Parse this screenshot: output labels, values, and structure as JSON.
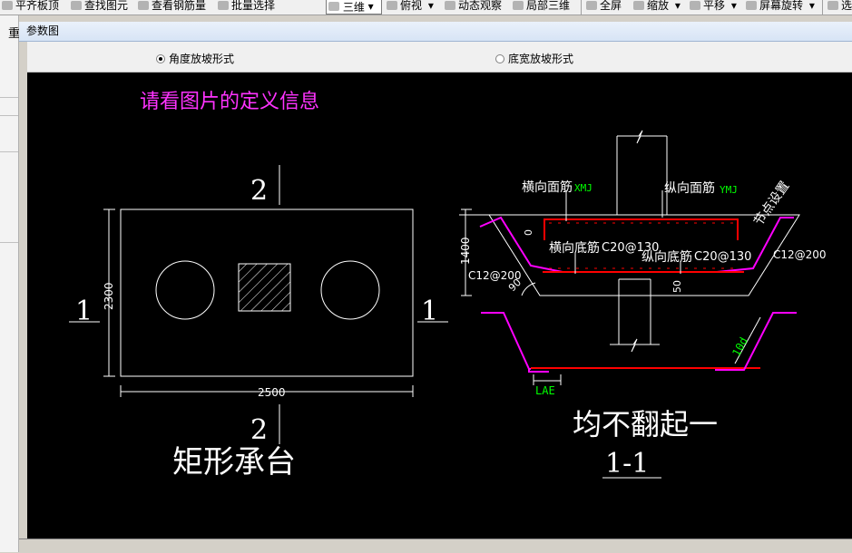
{
  "toolbar": {
    "items": [
      "平齐板顶",
      "查找图元",
      "查看钢筋量",
      "批量选择",
      "三维",
      "俯视",
      "动态观察",
      "局部三维",
      "全屏",
      "缩放",
      "平移",
      "屏幕旋转",
      "选"
    ]
  },
  "sidebar": {
    "label": "重"
  },
  "panel": {
    "title": "参数图"
  },
  "options": {
    "angle_label": "角度放坡形式",
    "width_label": "底宽放坡形式"
  },
  "drawing": {
    "info_text": "请看图片的定义信息",
    "plan": {
      "section2_label": "2",
      "section1_label": "1",
      "width_dim": "2500",
      "height_dim": "2300",
      "caption": "矩形承台"
    },
    "section": {
      "top_trans": "横向面筋",
      "top_trans_code": "XMJ",
      "top_long": "纵向面筋",
      "top_long_code": "YMJ",
      "node_text": "节点设置",
      "bot_trans": "横向底筋",
      "bot_trans_spec": "C20@130",
      "bot_long": "纵向底筋",
      "bot_long_spec": "C20@130",
      "side_left_spec": "C12@200",
      "side_right_spec": "C12@200",
      "height_dim": "1400",
      "zero_dim": "0",
      "angle_dim": "90",
      "fifty_dim": "50",
      "tend_dim": "10d",
      "lae_dim": "LAE",
      "caption": "均不翻起一",
      "section_label": "1-1"
    }
  },
  "colors": {
    "canvas_bg": "#000000",
    "line": "#ffffff",
    "rebar": "#ff0000",
    "slope": "#ff00ff",
    "dim_green": "#00ff00",
    "info_magenta": "#ff33ff"
  }
}
